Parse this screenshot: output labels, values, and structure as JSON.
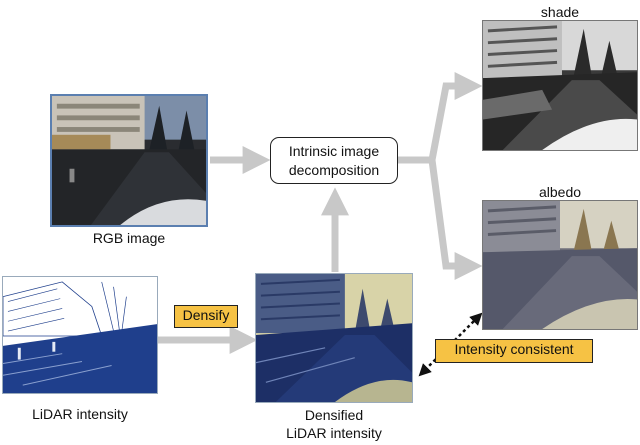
{
  "rgb_caption": "RGB image",
  "lidar_caption": "LiDAR intensity",
  "densified_caption_line1": "Densified",
  "densified_caption_line2": "LiDAR intensity",
  "decomposition_line1": "Intrinsic image",
  "decomposition_line2": "decomposition",
  "shade_caption": "shade",
  "albedo_caption": "albedo",
  "densify_label": "Densify",
  "consistent_label": "Intensity consistent",
  "colors": {
    "arrow": "#c8c8c8",
    "tag": "#f6c244",
    "lidar_blue": "#1f3f8c",
    "photo_frame": "#5b7fb0"
  }
}
